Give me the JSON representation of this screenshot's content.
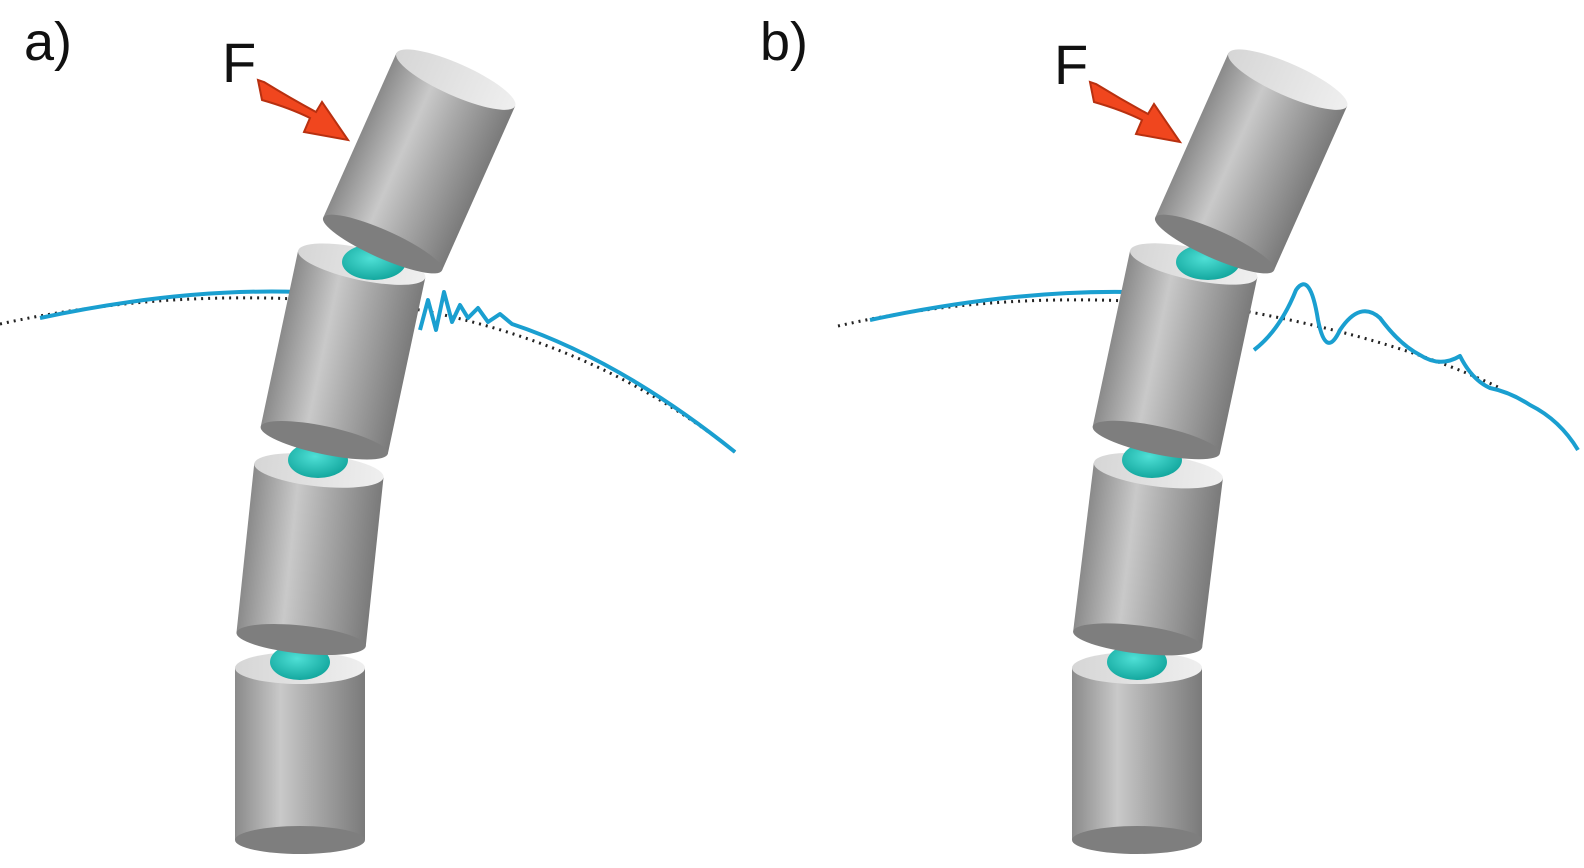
{
  "panels": [
    {
      "label": "a)",
      "force_label": "F",
      "response": "damped"
    },
    {
      "label": "b)",
      "force_label": "F",
      "response": "oscillating"
    }
  ],
  "colors": {
    "cylinder_light": "#e4e4e4",
    "cylinder_mid": "#b4b4b4",
    "cylinder_dark": "#7e7e7e",
    "joint": "#1fbfb6",
    "trajectory": "#1a9fd0",
    "reference_path": "#222222",
    "force_arrow": "#f0461e"
  }
}
